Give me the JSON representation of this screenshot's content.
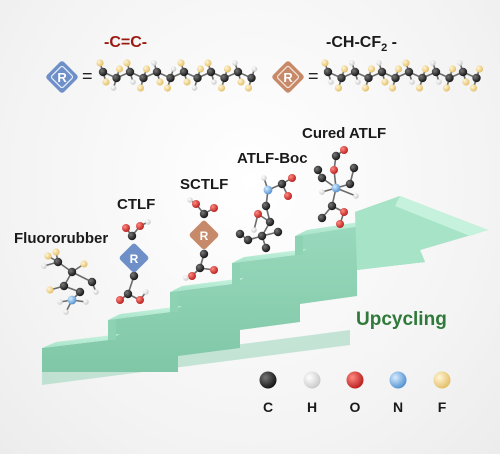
{
  "legend_top": {
    "left": {
      "badge": "R",
      "badge_color": "#6f8fc9",
      "equals": "=",
      "formula": "-C=C-",
      "formula_color": "#9b1a10"
    },
    "right": {
      "badge": "R",
      "badge_color": "#c68a6a",
      "equals": "=",
      "formula_parts": [
        "-CH-CF",
        "2",
        " -"
      ]
    }
  },
  "stages": [
    "Fluororubber",
    "CTLF",
    "SCTLF",
    "ATLF-Boc",
    "Cured ATLF"
  ],
  "arrow_label": "Upcycling",
  "arrow_color": "#a8e6cc",
  "atoms": [
    {
      "symbol": "C",
      "color": "#1e1e1e"
    },
    {
      "symbol": "H",
      "color": "#f2f2f2"
    },
    {
      "symbol": "O",
      "color": "#d62828"
    },
    {
      "symbol": "N",
      "color": "#6fa8e0"
    },
    {
      "symbol": "F",
      "color": "#f1d48a"
    }
  ]
}
